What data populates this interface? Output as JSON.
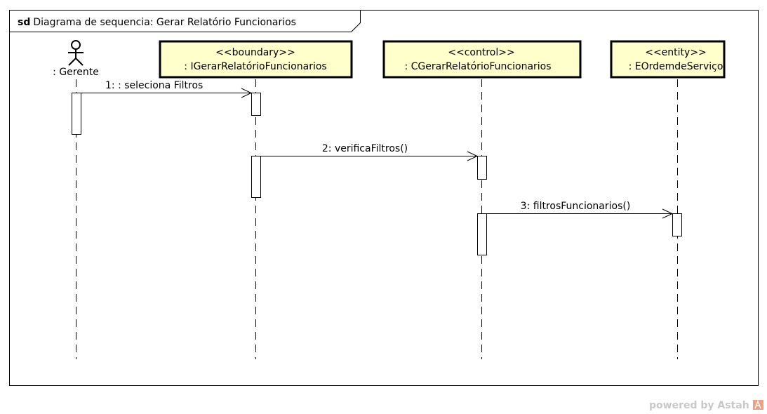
{
  "frame": {
    "keyword": "sd",
    "title": "Diagrama de sequencia: Gerar Relatório Funcionarios"
  },
  "actor": {
    "name": ": Gerente"
  },
  "participants": [
    {
      "stereotype": "<<boundary>>",
      "name": ": IGerarRelatórioFuncionarios"
    },
    {
      "stereotype": "<<control>>",
      "name": ": CGerarRelatórioFuncionarios"
    },
    {
      "stereotype": "<<entity>>",
      "name": ": EOrdemdeServiço"
    }
  ],
  "messages": [
    {
      "label": "1:  : seleciona Filtros"
    },
    {
      "label": "2: verificaFiltros()"
    },
    {
      "label": "3: filtrosFuncionarios()"
    }
  ],
  "watermark": {
    "text": "powered by Astah",
    "logo_color": "#f0a080"
  }
}
